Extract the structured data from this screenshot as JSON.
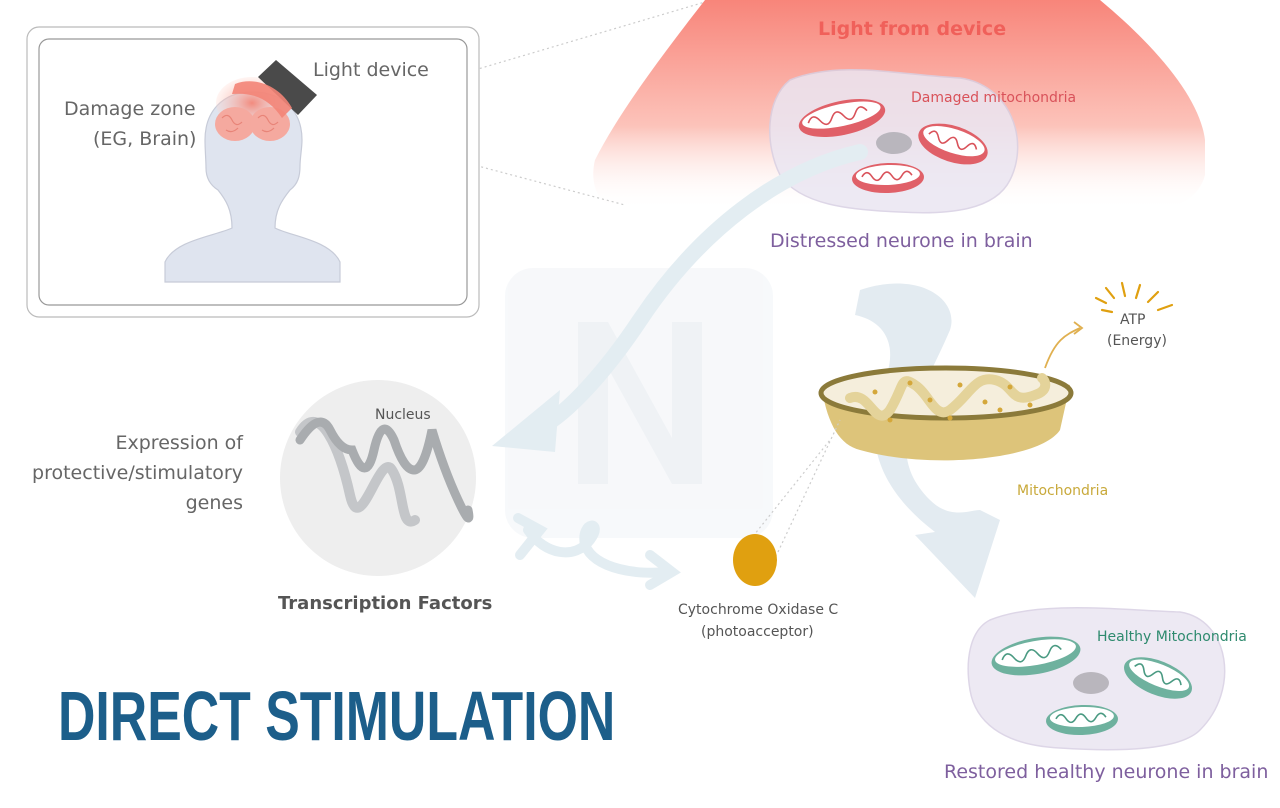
{
  "title": "DIRECT STIMULATION",
  "inset": {
    "light_device": "Light device",
    "damage_zone_line1": "Damage zone",
    "damage_zone_line2": "(EG, Brain)"
  },
  "light_from_device": "Light from device",
  "damaged_mitochondria": "Damaged mitochondria",
  "distressed_neurone": "Distressed neurone in brain",
  "atp_line1": "ATP",
  "atp_line2": "(Energy)",
  "mitochondria": "Mitochondria",
  "nucleus": "Nucleus",
  "expression_line1": "Expression of",
  "expression_line2": "protective/stimulatory",
  "expression_line3": "genes",
  "transcription_factors": "Transcription Factors",
  "cytochrome_line1": "Cytochrome Oxidase C",
  "cytochrome_line2": "(photoacceptor)",
  "healthy_mitochondria": "Healthy Mitochondria",
  "restored_neurone": "Restored healthy neurone in brain",
  "colors": {
    "title": "#1c5e8a",
    "light": "#f0605a",
    "damaged": "#d9525a",
    "neurone_label": "#7e5f9e",
    "mito": "#c8a93a",
    "healthy": "#2e8a6e",
    "cytochrome": "#e0a010"
  }
}
